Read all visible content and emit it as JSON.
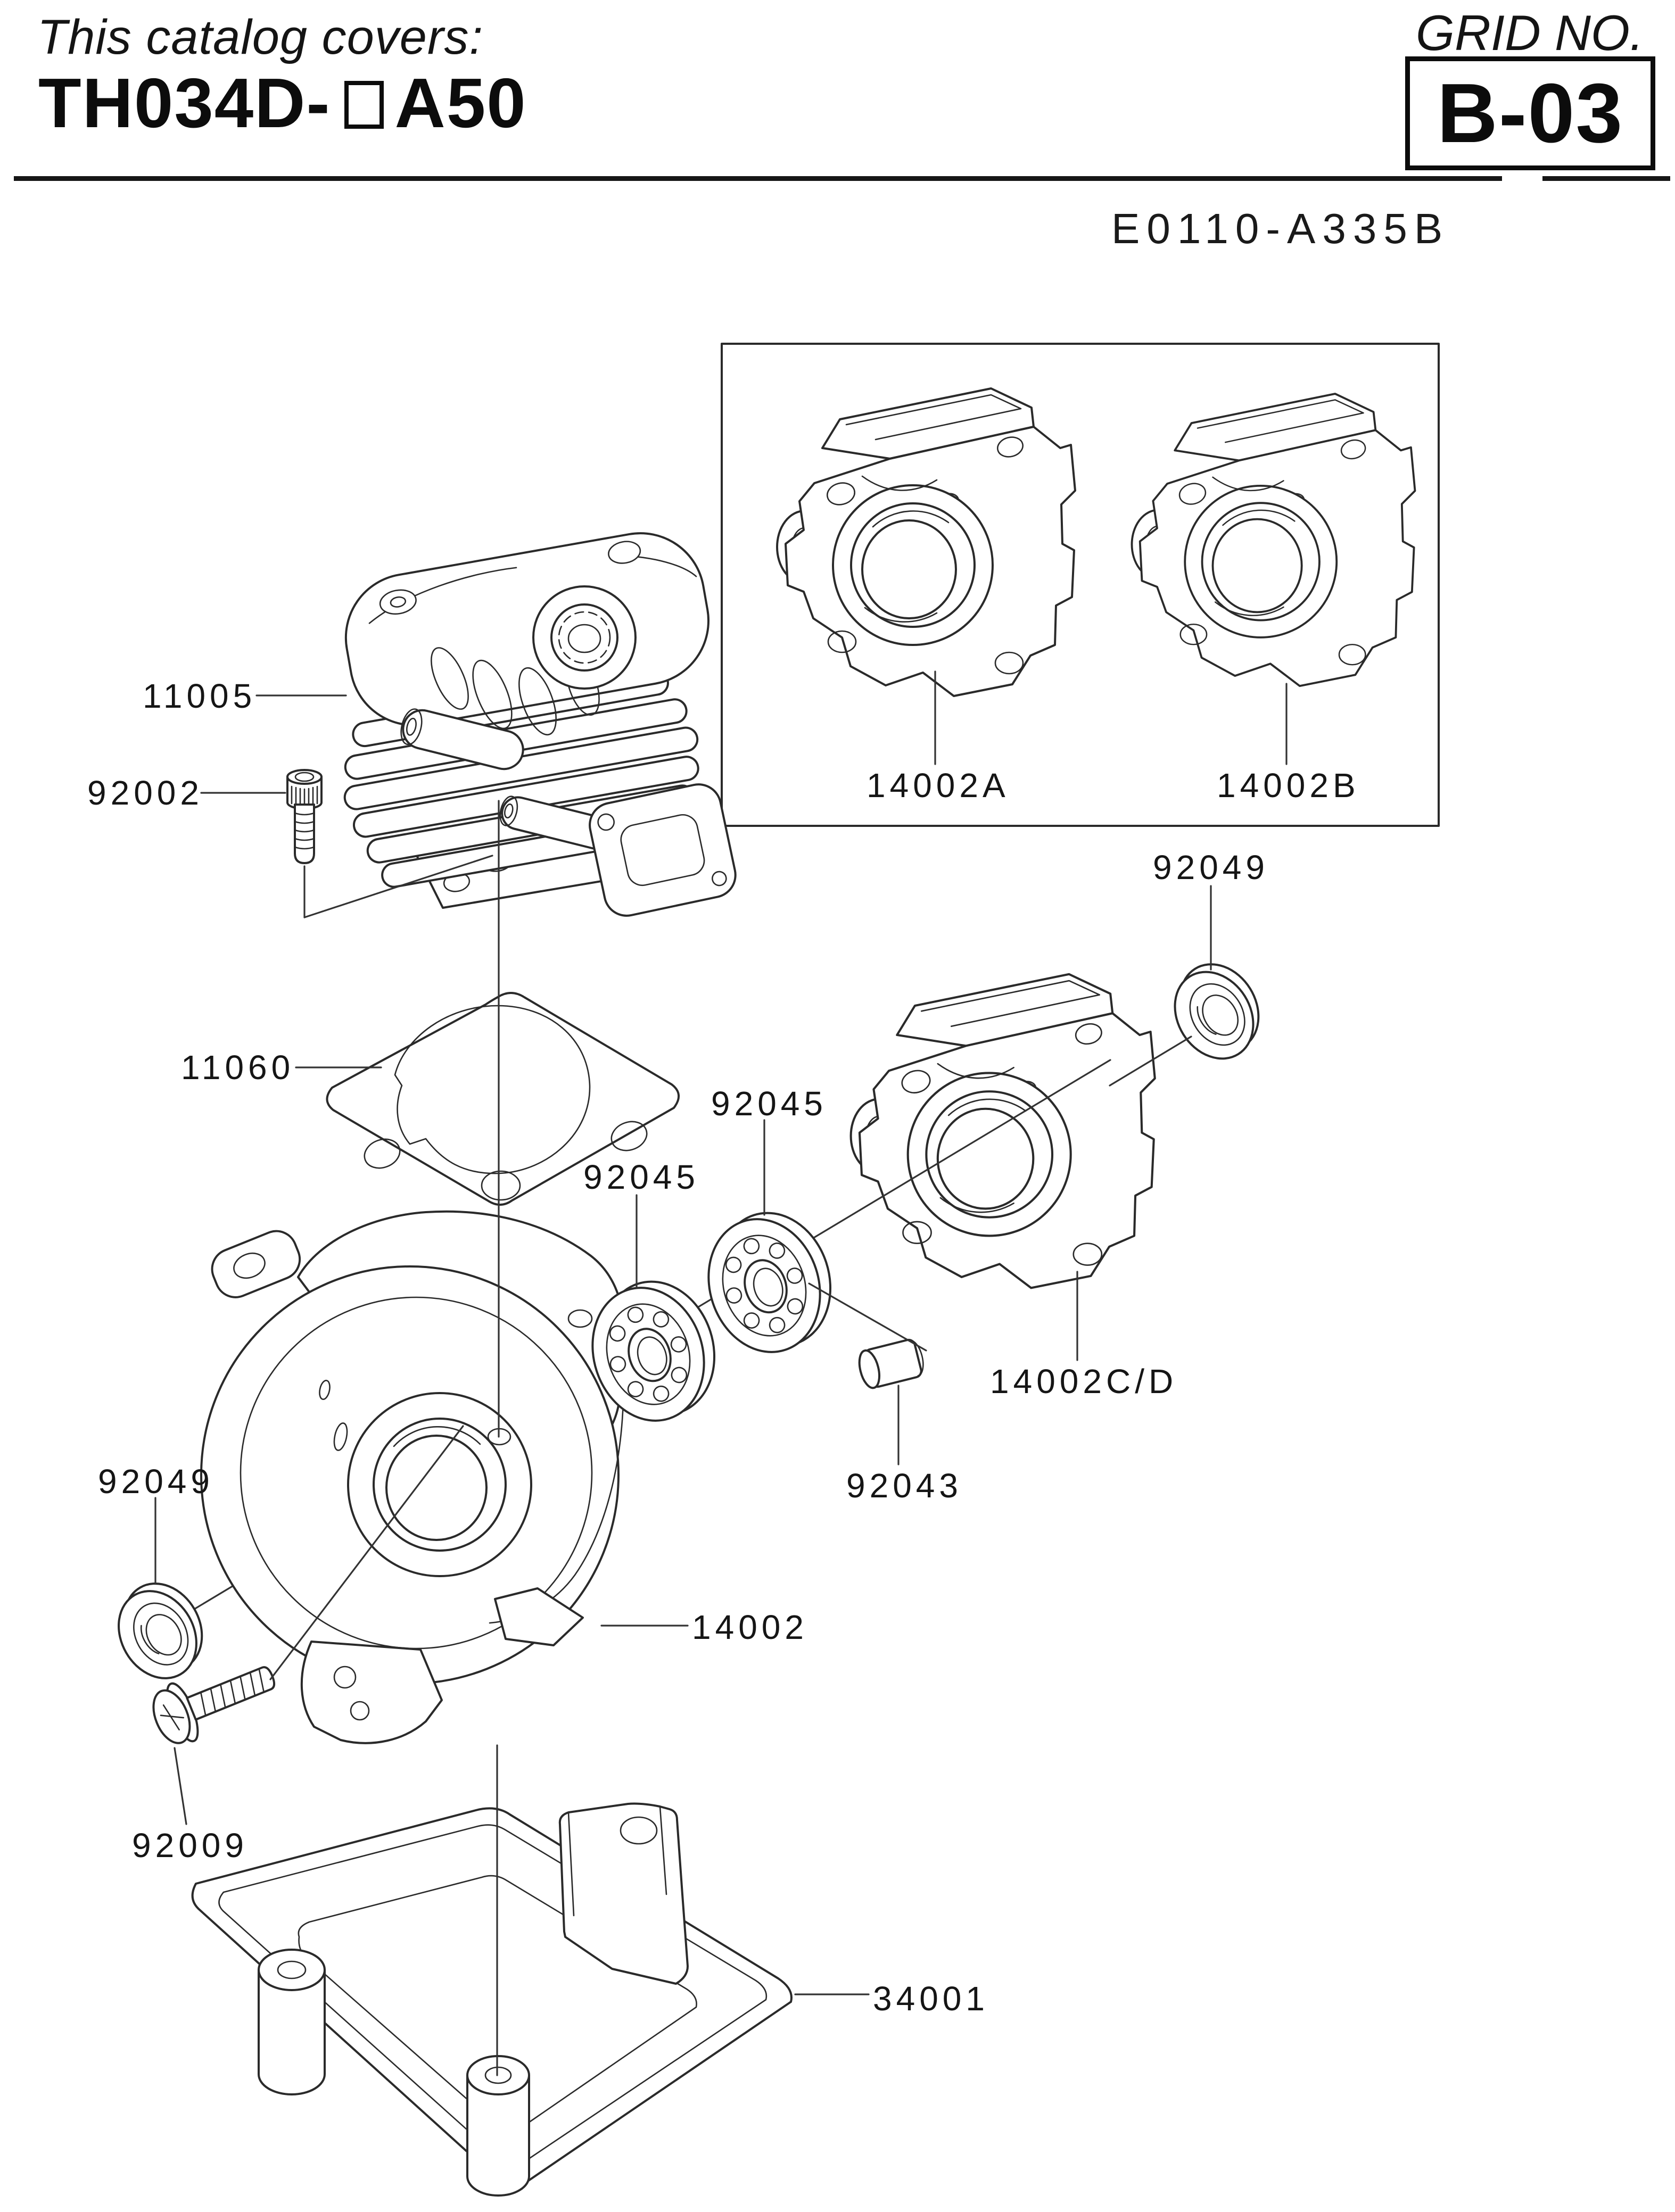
{
  "header": {
    "covers_label": "This catalog covers:",
    "model_prefix": "TH034D-",
    "model_suffix": "A50",
    "grid_no_label": "GRID NO.",
    "grid_value": "B-03",
    "drawing_code": "E0110-A335B"
  },
  "part_labels": {
    "cylinder": "11005",
    "socket_bolt": "92002",
    "gasket": "11060",
    "crankcase_a": "14002A",
    "crankcase_b": "14002B",
    "seal_right": "92049",
    "bearing_right": "92045",
    "bearing_left": "92045",
    "crankcase_cd": "14002C/D",
    "pin": "92043",
    "seal_left": "92049",
    "housing": "14002",
    "pan_bolt": "92009",
    "cover": "34001"
  }
}
